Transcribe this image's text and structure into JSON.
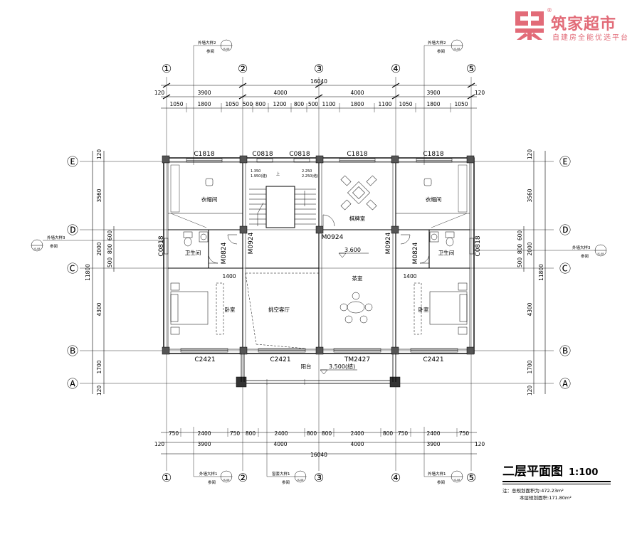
{
  "logo": {
    "name": "筑家超市",
    "slogan": "自建房全能优选平台",
    "reg": "®",
    "brand_color": "#e26b78"
  },
  "title": {
    "main": "二层平面图",
    "scale": "1:100",
    "note_line1": "注：总规划面积为:472.23m²",
    "note_line2": "本层规划面积:171.80m²"
  },
  "axes": {
    "columns": [
      "①",
      "②",
      "③",
      "④",
      "⑤"
    ],
    "rows": [
      "Ⓐ",
      "Ⓑ",
      "Ⓒ",
      "Ⓓ",
      "Ⓔ"
    ]
  },
  "dims": {
    "total_width": "16040",
    "top_bays": [
      "3900",
      "4000",
      "4000",
      "3900"
    ],
    "top_detail": [
      "1050",
      "1800",
      "1050",
      "500",
      "800",
      "1200",
      "800",
      "500",
      "1100",
      "1800",
      "1100",
      "1050",
      "1800",
      "1050"
    ],
    "bottom_bays": [
      "3900",
      "4000",
      "4000",
      "3900"
    ],
    "bottom_detail": [
      "750",
      "2400",
      "750",
      "800",
      "2400",
      "800",
      "800",
      "2400",
      "800",
      "750",
      "2400",
      "750"
    ],
    "edge": "120",
    "left_bays": [
      "3560",
      "2000",
      "4300",
      "1700"
    ],
    "left_total": "11800",
    "left_detail": [
      "600",
      "800",
      "500"
    ],
    "right_bays": [
      "3560",
      "2000",
      "4300",
      "1700"
    ],
    "right_total": "11800",
    "right_detail": [
      "600",
      "800",
      "500"
    ],
    "d1400_left": "1400",
    "d1400_right": "1400"
  },
  "rooms": {
    "cloak_left": "衣帽间",
    "cloak_right": "衣帽间",
    "chess": "棋牌室",
    "bath_left": "卫生间",
    "bath_right": "卫生间",
    "tea": "茶室",
    "bed_left": "卧室",
    "bed_right": "卧室",
    "void": "挑空客厅",
    "balcony": "阳台"
  },
  "windows": {
    "c1818_a": "C1818",
    "c0818_a": "C0818",
    "c0818_b": "C0818",
    "c1818_b": "C1818",
    "c1818_c": "C1818",
    "c2421_a": "C2421",
    "c2421_b": "C2421",
    "tm2427": "TM2427",
    "c2421_c": "C2421",
    "c0818_l": "C0818",
    "c0818_r": "C0818"
  },
  "doors": {
    "m0924_a": "M0924",
    "m0924_b": "M0924",
    "m0924_c": "M0924",
    "m0824_a": "M0824",
    "m0824_b": "M0824"
  },
  "levels": {
    "floor": "3.600",
    "balcony": "3.500(结)"
  },
  "stair": {
    "l1": "1.350",
    "l2": "1.950(建)",
    "l3": "2.250",
    "l4": "2.250(结)",
    "l5": "上"
  },
  "callouts": {
    "wall_top_1": "外墙大样2",
    "wall_top_2": "外墙大样2",
    "wall_bot_1": "外墙大样1",
    "wall_bot_2": "外墙大样1",
    "parapet": "窗套大样1",
    "wall3_left": "外墙大样3",
    "wall3_right": "外墙大样3",
    "ref": "参阅",
    "ref_code": "JS-08"
  }
}
